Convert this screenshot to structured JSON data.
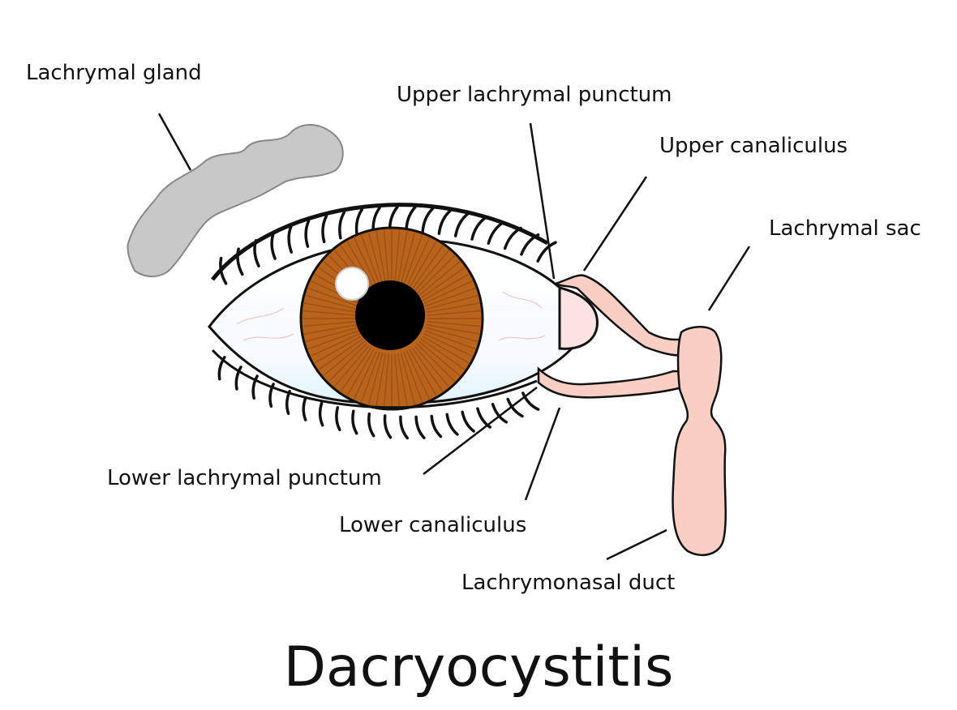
{
  "title": "Dacryocystitis",
  "labels": {
    "lachrymal_gland": "Lachrymal gland",
    "upper_punctum": "Upper lachrymal punctum",
    "upper_canaliculus": "Upper canaliculus",
    "lachrymal_sac": "Lachrymal sac",
    "lower_punctum": "Lower lachrymal punctum",
    "lower_canaliculus": "Lower canaliculus",
    "lachrymonasal_duct": "Lachrymonasal duct"
  },
  "colors": {
    "gland": "#c8c8c8",
    "duct": "#f9cfc3",
    "iris": "#b8641c",
    "pupil": "#000000",
    "outline": "#111111"
  }
}
